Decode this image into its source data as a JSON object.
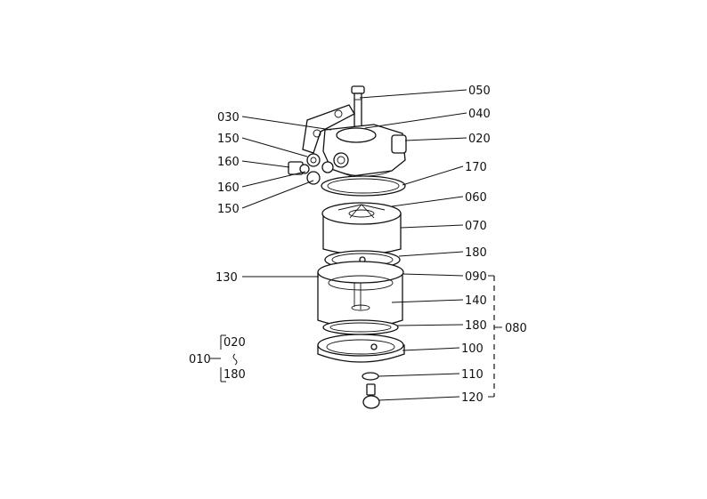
{
  "callouts": {
    "c050": "050",
    "c040": "040",
    "c030": "030",
    "c020": "020",
    "c150a": "150",
    "c160a": "160",
    "c160b": "160",
    "c150b": "150",
    "c170": "170",
    "c060": "060",
    "c070": "070",
    "c180a": "180",
    "c130": "130",
    "c090": "090",
    "c140": "140",
    "c180b": "180",
    "c080": "080",
    "c100": "100",
    "c110": "110",
    "c120": "120"
  },
  "assembly": {
    "ref": "010",
    "range_from": "020",
    "range_to": "180"
  }
}
